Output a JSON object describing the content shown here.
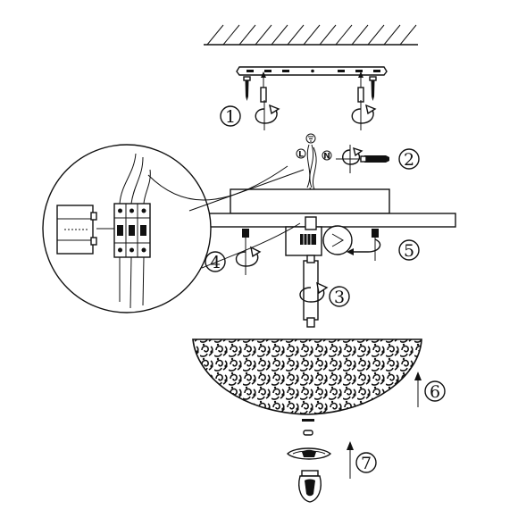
{
  "diagram": {
    "steps": [
      {
        "label": "1"
      },
      {
        "label": "2"
      },
      {
        "label": "3"
      },
      {
        "label": "4"
      },
      {
        "label": "5"
      },
      {
        "label": "6"
      },
      {
        "label": "7"
      }
    ],
    "wire_labels": {
      "live": "L",
      "neutral": "N"
    }
  },
  "colors": {
    "ink": "#111111",
    "paper": "#ffffff"
  },
  "icons": [
    "ceiling-hatch-icon",
    "screwdriver-icon",
    "rotate-arrow-icon",
    "up-arrow-icon",
    "ground-symbol-icon",
    "lamp-bulb-icon"
  ]
}
